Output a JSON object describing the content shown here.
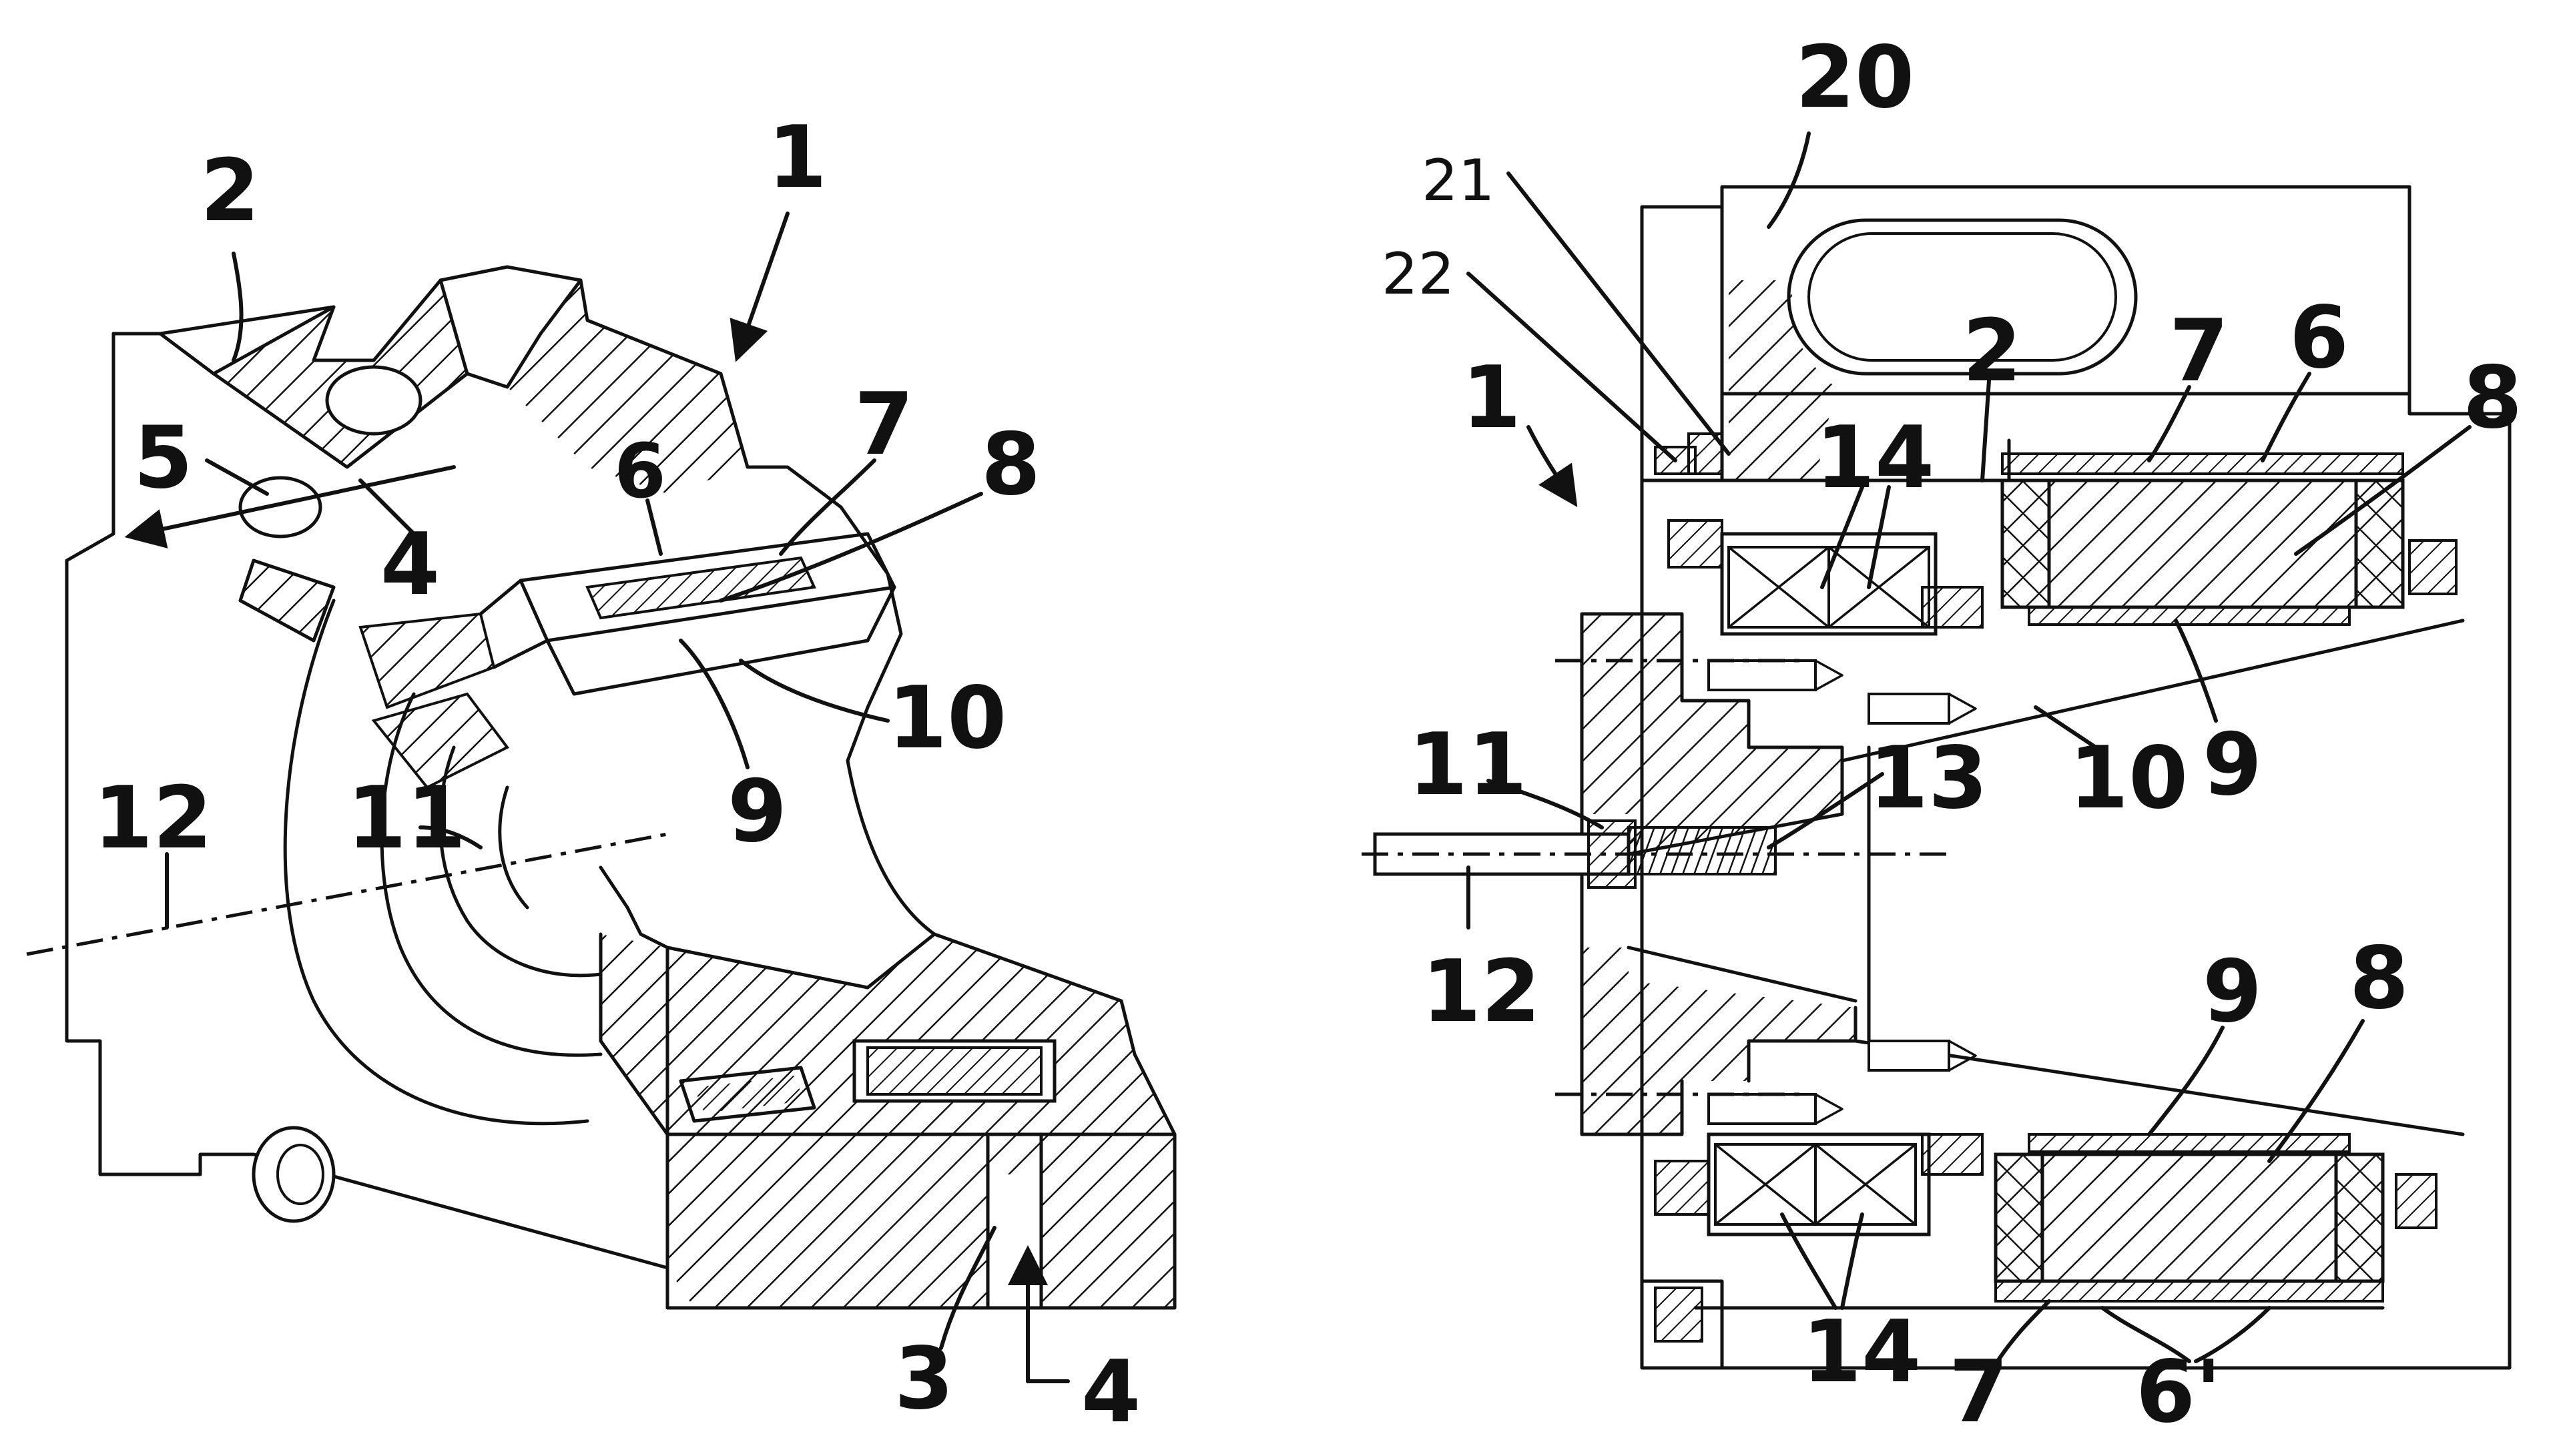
{
  "left_view": {
    "labels": {
      "ref_1": "1",
      "ref_2": "2",
      "ref_3": "3",
      "ref_4_top": "4",
      "ref_4_bottom": "4",
      "ref_5": "5",
      "ref_6": "6",
      "ref_7": "7",
      "ref_8": "8",
      "ref_9": "9",
      "ref_10": "10",
      "ref_11": "11",
      "ref_12": "12"
    }
  },
  "right_view": {
    "labels": {
      "ref_20": "20",
      "ref_21": "21",
      "ref_22": "22",
      "ref_1": "1",
      "ref_2": "2",
      "ref_7_top": "7",
      "ref_6_top": "6",
      "ref_8_top": "8",
      "ref_14_top": "14",
      "ref_9_top": "9",
      "ref_10": "10",
      "ref_11": "11",
      "ref_13": "13",
      "ref_12": "12",
      "ref_9_bottom": "9",
      "ref_8_bottom": "8",
      "ref_14_bottom": "14",
      "ref_7_bottom": "7",
      "ref_6_bottom": "6'"
    }
  }
}
